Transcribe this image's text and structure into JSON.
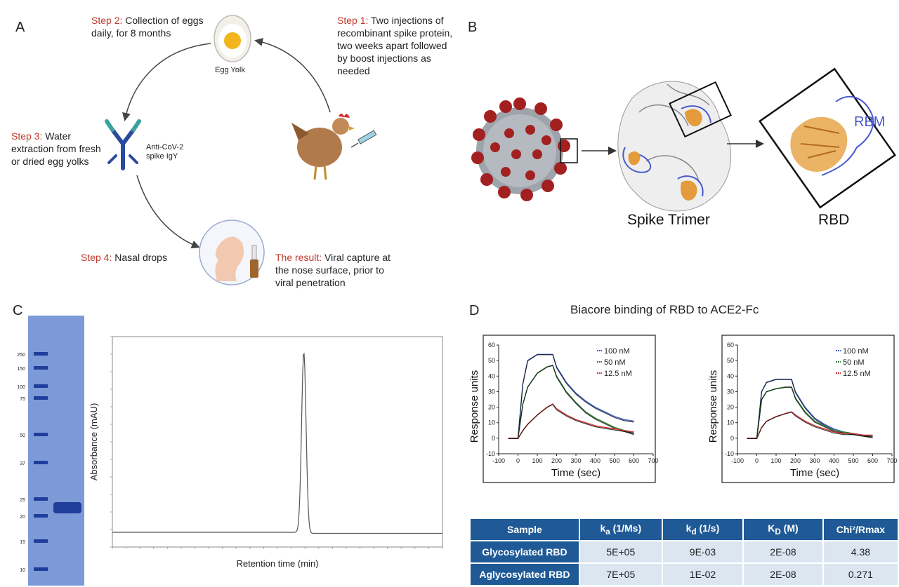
{
  "panelA": {
    "letter": "A",
    "step1_label": "Step 1:",
    "step1_text": " Two injections of recombinant spike protein, two weeks apart followed by boost injections as needed",
    "step2_label": "Step 2:",
    "step2_text": " Collection of eggs daily, for 8 months",
    "step3_label": "Step 3:",
    "step3_text": " Water extraction from fresh or dried egg yolks",
    "step4_label": "Step 4:",
    "step4_text": " Nasal drops",
    "result_label": "The result:",
    "result_text": " Viral capture at the nose surface, prior to viral penetration",
    "egg_label": "Egg Yolk",
    "antibody_label_1": "Anti-CoV-2",
    "antibody_label_2": "spike IgY"
  },
  "panelB": {
    "letter": "B",
    "spike_label": "Spike Trimer",
    "rbd_label": "RBD",
    "rbm_label": "RBM"
  },
  "panelC": {
    "letter": "C",
    "gel_markers": [
      "250",
      "150",
      "100",
      "75",
      "50",
      "37",
      "25",
      "20",
      "15",
      "10"
    ],
    "ylabel": "Absorbance (mAU)",
    "xlabel": "Retention time (min)"
  },
  "panelD": {
    "letter": "D",
    "title": "Biacore binding of RBD to ACE2-Fc",
    "colors": {
      "100nM": "#3a5fcd",
      "50nM": "#2e7d32",
      "12.5nM": "#d32f2f",
      "fit": "#111111"
    },
    "table": {
      "headers": [
        "Sample",
        "kₐ (1/Ms)",
        "k_d (1/s)",
        "K_D (M)",
        "Chi²/Rmax"
      ],
      "rows": [
        [
          "Glycosylated RBD",
          "5E+05",
          "9E-03",
          "2E-08",
          "4.38"
        ],
        [
          "Aglycosylated RBD",
          "7E+05",
          "1E-02",
          "2E-08",
          "0.271"
        ]
      ]
    }
  },
  "chart_data": [
    {
      "type": "line",
      "title": "",
      "xlabel": "Time (sec)",
      "ylabel": "Response units",
      "xlim": [
        -100,
        700
      ],
      "ylim": [
        -10,
        60
      ],
      "xticks": [
        "-100",
        "0",
        "100",
        "200",
        "300",
        "400",
        "500",
        "600",
        "700"
      ],
      "yticks": [
        "-10",
        "0",
        "10",
        "20",
        "30",
        "40",
        "50",
        "60"
      ],
      "legend": "top-right",
      "x": [
        -50,
        0,
        25,
        50,
        100,
        150,
        180,
        200,
        250,
        300,
        350,
        400,
        450,
        500,
        550,
        600
      ],
      "series": [
        {
          "name": "100 nM",
          "values": [
            0,
            0,
            35,
            50,
            54,
            54,
            54,
            46,
            36,
            29,
            24,
            20,
            17,
            14,
            12,
            11
          ]
        },
        {
          "name": "50 nM",
          "values": [
            0,
            0,
            22,
            33,
            42,
            46,
            47,
            40,
            30,
            23,
            17,
            13,
            10,
            7,
            5,
            3
          ]
        },
        {
          "name": "12.5 nM",
          "values": [
            0,
            0,
            5,
            9,
            15,
            20,
            22,
            19,
            15,
            12,
            10,
            8,
            7,
            6,
            5,
            4
          ]
        }
      ]
    },
    {
      "type": "line",
      "title": "",
      "xlabel": "Time (sec)",
      "ylabel": "Response units",
      "xlim": [
        -100,
        700
      ],
      "ylim": [
        -10,
        60
      ],
      "xticks": [
        "-100",
        "0",
        "100",
        "200",
        "300",
        "400",
        "500",
        "600",
        "700"
      ],
      "yticks": [
        "-10",
        "0",
        "10",
        "20",
        "30",
        "40",
        "50",
        "60"
      ],
      "legend": "top-right",
      "x": [
        -50,
        0,
        25,
        50,
        100,
        150,
        180,
        200,
        250,
        300,
        350,
        400,
        450,
        500,
        550,
        600
      ],
      "series": [
        {
          "name": "100 nM",
          "values": [
            0,
            0,
            30,
            36,
            38,
            38,
            38,
            30,
            20,
            13,
            9,
            6,
            4,
            3,
            2,
            1
          ]
        },
        {
          "name": "50 nM",
          "values": [
            0,
            0,
            25,
            30,
            32,
            33,
            33,
            26,
            17,
            11,
            8,
            5,
            4,
            3,
            2,
            1
          ]
        },
        {
          "name": "12.5 nM",
          "values": [
            0,
            0,
            7,
            11,
            14,
            16,
            17,
            15,
            11,
            8,
            6,
            4,
            3,
            3,
            2,
            2
          ]
        }
      ]
    },
    {
      "type": "line",
      "title": "",
      "xlabel": "Retention time (min)",
      "ylabel": "Absorbance (mAU)",
      "peak_fraction": 0.58,
      "baseline_fraction": 0.07,
      "peak_height_fraction": 0.93
    }
  ]
}
